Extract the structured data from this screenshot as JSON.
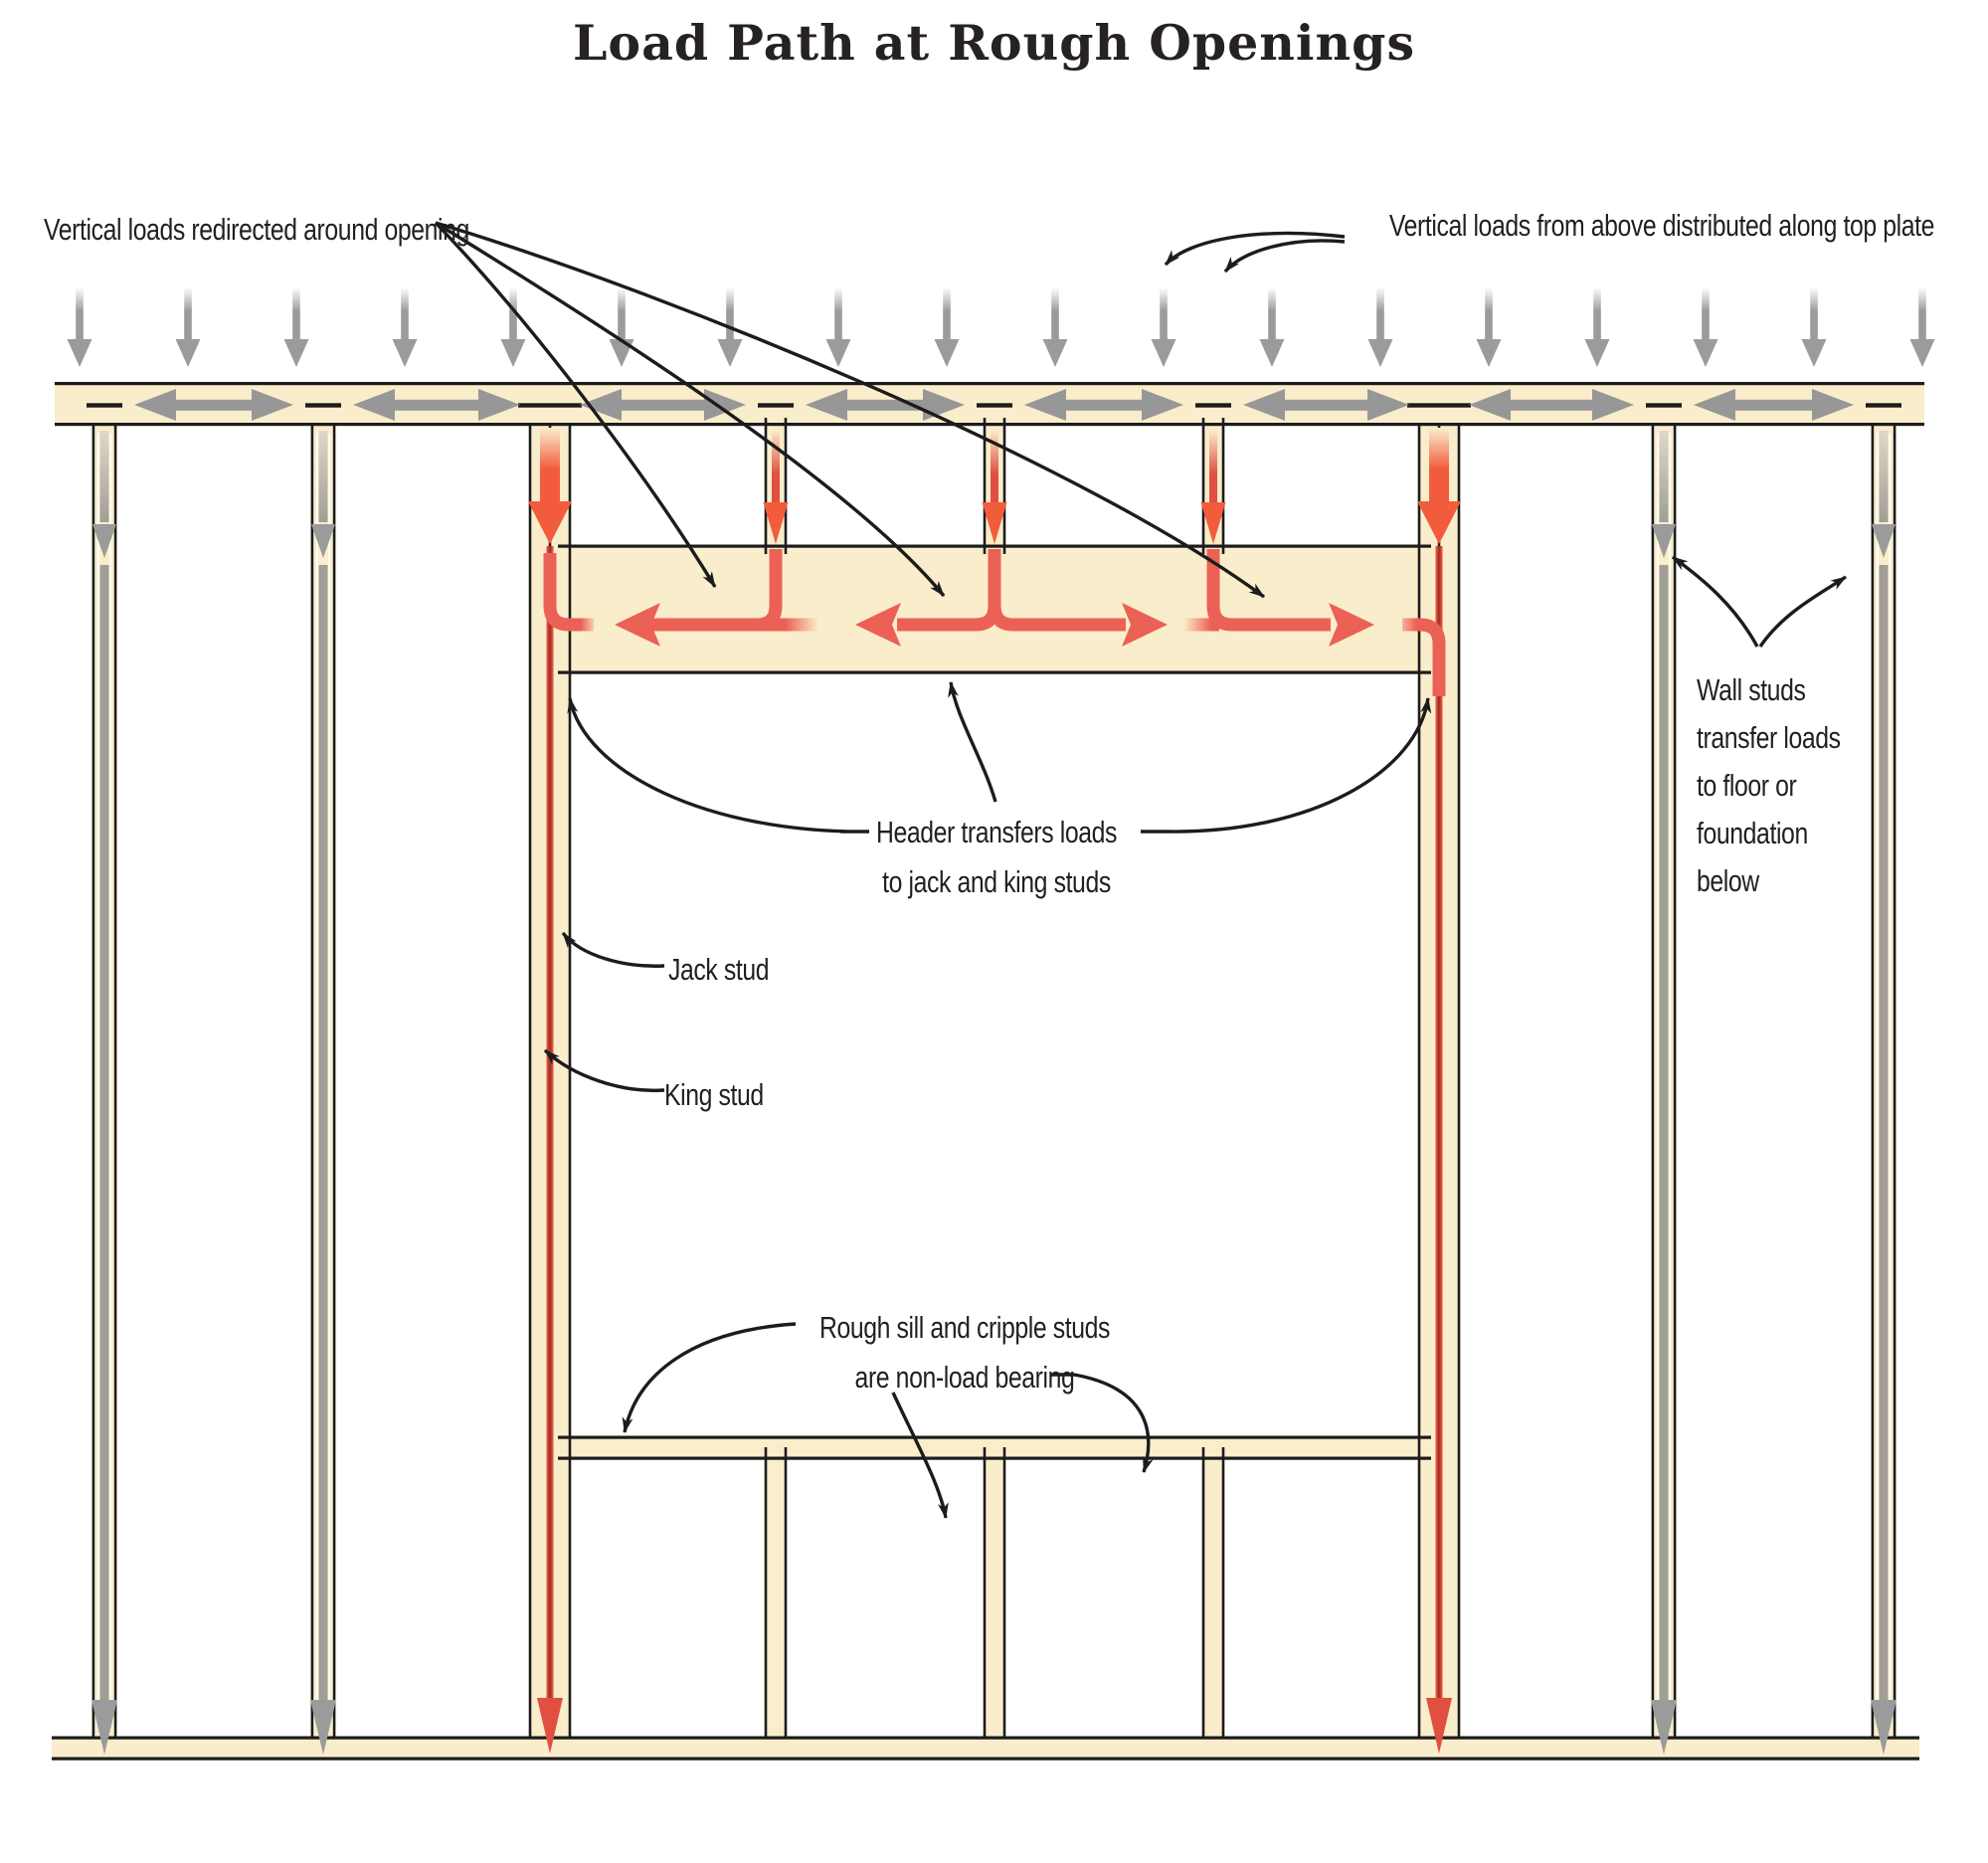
{
  "title": "Load Path at Rough Openings",
  "colors": {
    "cream": "#FAEDCB",
    "line_black": "#1C1C1C",
    "arrow_gray": "#9B9B9B",
    "plate_arrow_gray": "#979797",
    "stud_core_gray": "#A19E97",
    "salmon": "#EC6155",
    "orange_red": "#F25C3C",
    "load_red": "#E04F3F",
    "load_red_core": "#A93226",
    "text_black": "#231F20"
  },
  "labels": {
    "redirected": "Vertical loads redirected around opening",
    "distributed": "Vertical loads from above distributed along top plate",
    "header_line1": "Header transfers loads",
    "header_line2": "to jack and king studs",
    "jack": "Jack stud",
    "king": "King stud",
    "sill_line1": "Rough sill and cripple studs",
    "sill_line2": "are non-load bearing",
    "wall_line1": "Wall studs",
    "wall_line2": "transfer loads",
    "wall_line3": "to floor or",
    "wall_line4": "foundation",
    "wall_line5": "below"
  }
}
